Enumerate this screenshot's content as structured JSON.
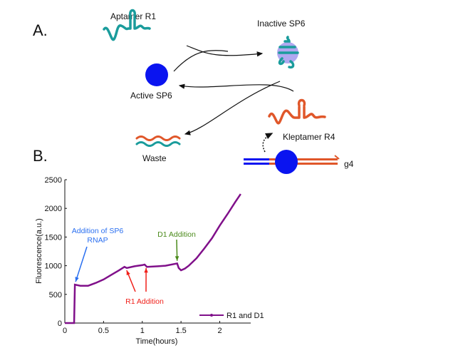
{
  "panel_a": {
    "label": "A.",
    "aptamer": "Aptamer R1",
    "inactive": "Inactive SP6",
    "active": "Active SP6",
    "kleptamer": "Kleptamer R4",
    "waste": "Waste",
    "gene": "g4"
  },
  "panel_b": {
    "label": "B."
  },
  "colors": {
    "teal": "#1a9c9c",
    "orange": "#e0572a",
    "blue": "#0a14f0",
    "purple": "#80108a",
    "light_purple": "#b0a8f0"
  },
  "chart_data": {
    "type": "line",
    "xlabel": "Time(hours)",
    "ylabel": "Fluorescence(a.u.)",
    "xlim": [
      0,
      2.4
    ],
    "ylim": [
      0,
      2500
    ],
    "xticks": [
      "0",
      "0.5",
      "1",
      "1.5",
      "2"
    ],
    "xtick_values": [
      0,
      0.5,
      1,
      1.5,
      2
    ],
    "yticks": [
      "0",
      "500",
      "1000",
      "1500",
      "2000",
      "2500"
    ],
    "ytick_values": [
      0,
      500,
      1000,
      1500,
      2000,
      2500
    ],
    "legend": {
      "label": "R1 and D1",
      "placement": "bottom-right"
    },
    "series": [
      {
        "name": "R1 and D1",
        "x": [
          0,
          0.12,
          0.13,
          0.2,
          0.3,
          0.4,
          0.5,
          0.6,
          0.7,
          0.77,
          0.8,
          0.9,
          1.0,
          1.03,
          1.06,
          1.2,
          1.3,
          1.45,
          1.47,
          1.5,
          1.55,
          1.6,
          1.7,
          1.8,
          1.9,
          2.0,
          2.1,
          2.2,
          2.27
        ],
        "y": [
          0,
          0,
          670,
          650,
          650,
          700,
          760,
          840,
          920,
          980,
          960,
          990,
          1010,
          1020,
          980,
          990,
          1000,
          1040,
          960,
          920,
          950,
          1000,
          1130,
          1300,
          1480,
          1700,
          1900,
          2110,
          2250
        ]
      }
    ],
    "annotations": [
      {
        "text": "Addition of SP6",
        "text2": "RNAP",
        "color": "#2a6ff0",
        "x": 0.13,
        "y": 670
      },
      {
        "text": "R1 Addition",
        "color": "#f0201a",
        "x": [
          0.78,
          1.04
        ],
        "y": [
          970,
          1010
        ]
      },
      {
        "text": "D1 Addition",
        "color": "#4a8a1a",
        "x": 1.45,
        "y": 1060
      }
    ]
  }
}
